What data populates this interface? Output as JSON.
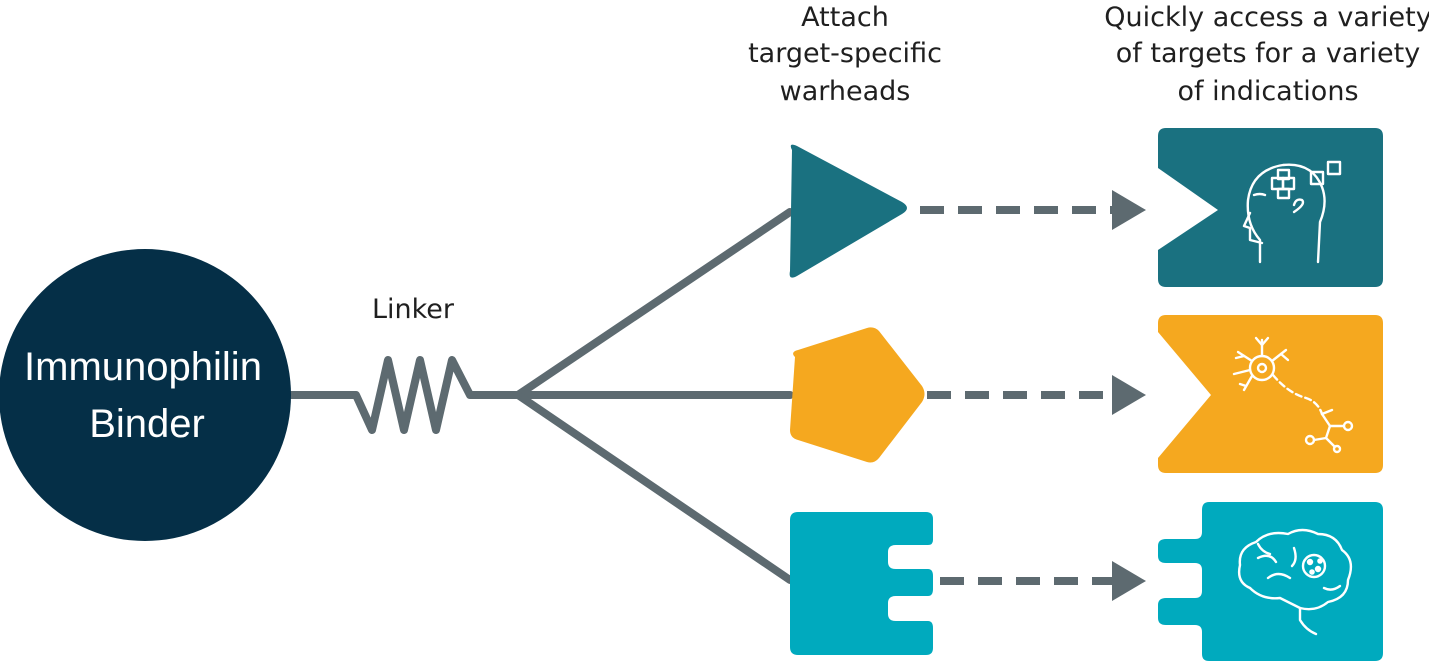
{
  "diagram": {
    "binder": {
      "label_line1": "Immunophilin",
      "label_line2": "Binder"
    },
    "linker": {
      "label": "Linker"
    },
    "warheads_caption": {
      "line1": "Attach",
      "line2": "target-specific",
      "line3": "warheads"
    },
    "targets_caption": {
      "line1": "Quickly access a variety",
      "line2": "of targets for a variety",
      "line3": "of indications"
    },
    "warheads": [
      {
        "shape": "triangle",
        "color": "#1a7180"
      },
      {
        "shape": "pentagon",
        "color": "#f5a81f"
      },
      {
        "shape": "notched-rect",
        "color": "#00aabe"
      }
    ],
    "targets": [
      {
        "socket": "chevron",
        "color": "#1a7180",
        "icon": "head-with-squares-icon"
      },
      {
        "socket": "chevron",
        "color": "#f5a81f",
        "icon": "neuron-icon"
      },
      {
        "socket": "tabs",
        "color": "#00aabe",
        "icon": "brain-icon"
      }
    ],
    "colors": {
      "binder": "#052f47",
      "linker": "#5d6a70",
      "arrow": "#5d6a70"
    }
  }
}
